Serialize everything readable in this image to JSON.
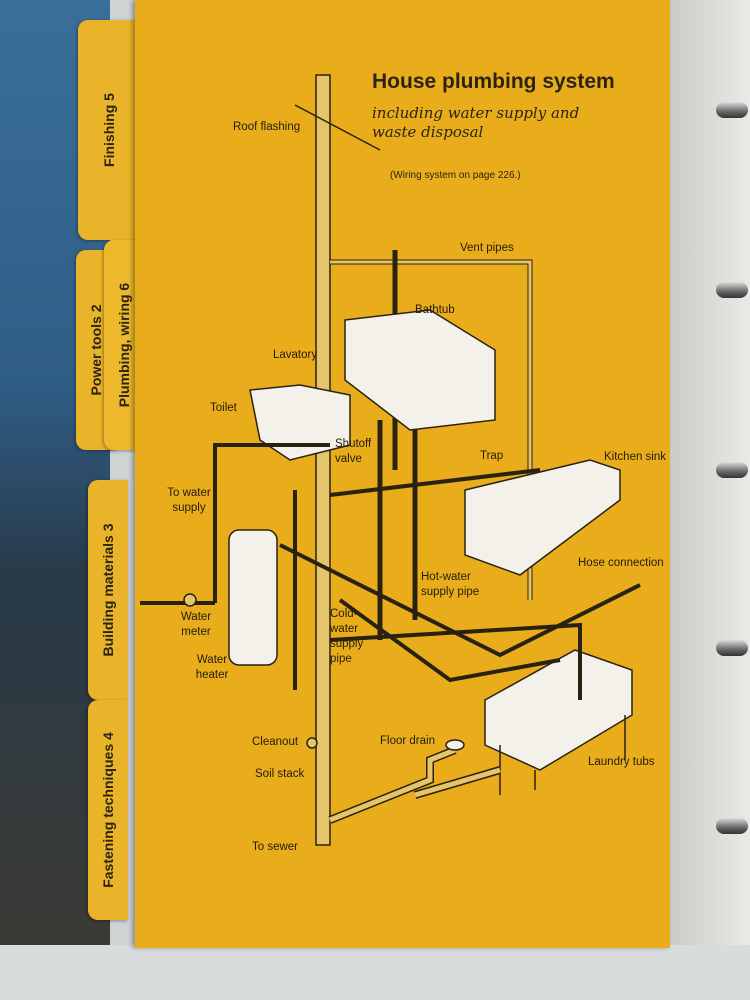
{
  "title": "House plumbing system",
  "subtitle": "including water supply and waste disposal",
  "note": "(Wiring system on page 226.)",
  "tabs": [
    "Finishing 5",
    "Plumbing, wiring 6",
    "Power tools 2",
    "Building materials 3",
    "Fastening techniques 4"
  ],
  "labels": {
    "roof_flashing": "Roof flashing",
    "vent_pipes": "Vent pipes",
    "bathtub": "Bathtub",
    "lavatory": "Lavatory",
    "toilet": "Toilet",
    "shutoff_valve": "Shutoff valve",
    "trap": "Trap",
    "kitchen_sink": "Kitchen sink",
    "to_water_supply": "To water supply",
    "hose_connection": "Hose connection",
    "hot_water": "Hot-water supply pipe",
    "water_meter": "Water meter",
    "cold_water": "Cold-water supply pipe",
    "water_heater": "Water heater",
    "cleanout": "Cleanout",
    "floor_drain": "Floor drain",
    "laundry_tubs": "Laundry tubs",
    "soil_stack": "Soil stack",
    "to_sewer": "To sewer"
  },
  "colors": {
    "page": "#e9ad1c",
    "ink": "#231c0c"
  }
}
